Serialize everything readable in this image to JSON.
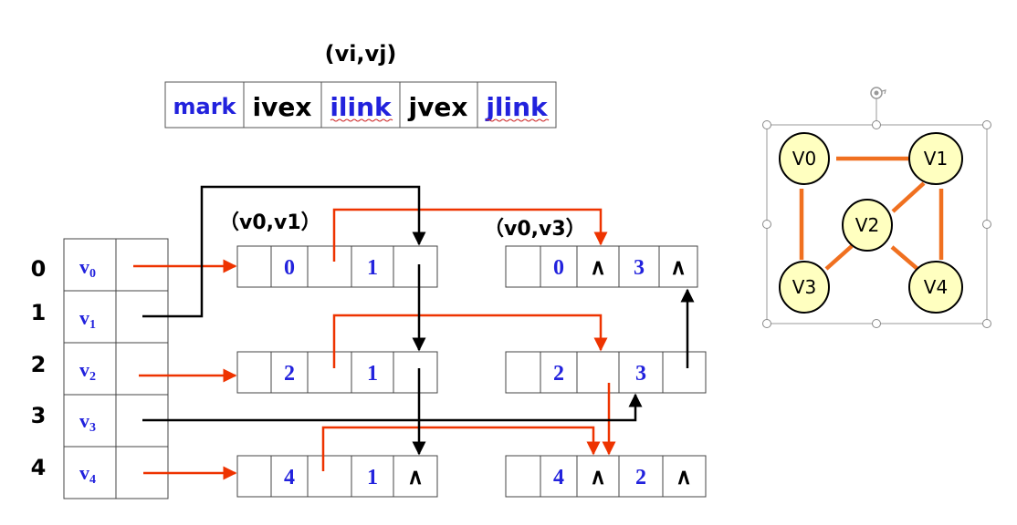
{
  "header": {
    "edge_label": "(vi,vj)",
    "fields": [
      {
        "text": "mark",
        "color": "#2222dd",
        "size": 24
      },
      {
        "text": "ivex",
        "color": "#000000",
        "size": 28
      },
      {
        "text": "ilink",
        "color": "#2222dd",
        "size": 28,
        "underline": true
      },
      {
        "text": "jvex",
        "color": "#000000",
        "size": 28
      },
      {
        "text": "jlink",
        "color": "#2222dd",
        "size": 28,
        "underline": true
      }
    ]
  },
  "edge_captions": [
    "（v0,v1）",
    "（v0,v3）"
  ],
  "row_indices": [
    "0",
    "1",
    "2",
    "3",
    "4"
  ],
  "vertices": [
    {
      "base": "v",
      "sub": "0"
    },
    {
      "base": "v",
      "sub": "1"
    },
    {
      "base": "v",
      "sub": "2"
    },
    {
      "base": "v",
      "sub": "3"
    },
    {
      "base": "v",
      "sub": "4"
    }
  ],
  "edge_nodes": [
    {
      "ivex": "0",
      "ilink": "",
      "jvex": "1",
      "jlink": ""
    },
    {
      "ivex": "0",
      "ilink": "∧",
      "jvex": "3",
      "jlink": "∧"
    },
    {
      "ivex": "2",
      "ilink": "",
      "jvex": "1",
      "jlink": ""
    },
    {
      "ivex": "2",
      "ilink": "",
      "jvex": "3",
      "jlink": ""
    },
    {
      "ivex": "4",
      "ilink": "",
      "jvex": "1",
      "jlink": "∧"
    },
    {
      "ivex": "4",
      "ilink": "∧",
      "jvex": "2",
      "jlink": "∧"
    }
  ],
  "graph": {
    "nodes": [
      "V0",
      "V1",
      "V2",
      "V3",
      "V4"
    ],
    "edges": [
      [
        "V0",
        "V1"
      ],
      [
        "V0",
        "V3"
      ],
      [
        "V1",
        "V2"
      ],
      [
        "V1",
        "V4"
      ],
      [
        "V2",
        "V3"
      ],
      [
        "V2",
        "V4"
      ]
    ],
    "edge_color": "#f07020",
    "node_fill": "#ffffc0"
  },
  "colors": {
    "red_arrow": "#ee3300",
    "black_arrow": "#000000",
    "blue_text": "#2222dd"
  }
}
